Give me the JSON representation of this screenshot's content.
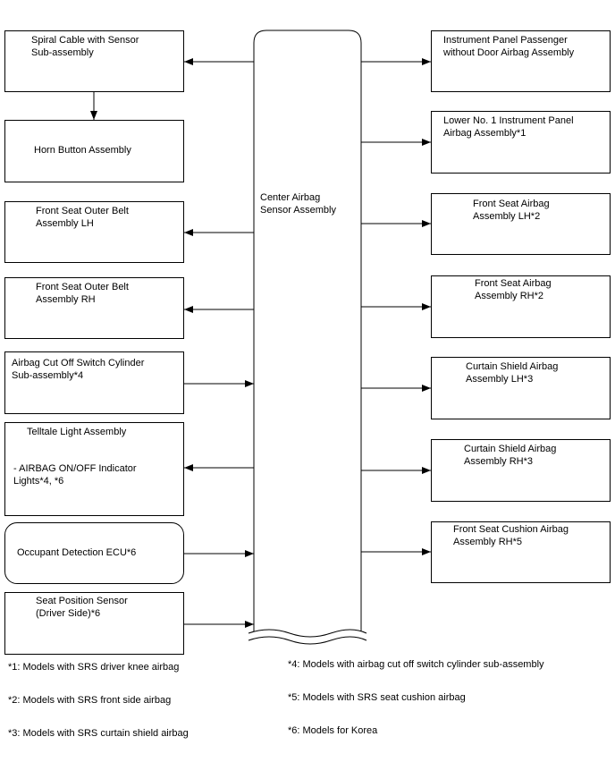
{
  "center": {
    "label_line1": "Center Airbag",
    "label_line2": "Sensor Assembly"
  },
  "left_boxes": {
    "spiral": {
      "line1": "Spiral Cable with Sensor",
      "line2": "Sub-assembly"
    },
    "horn": {
      "line1": "Horn Button Assembly"
    },
    "belt_lh": {
      "line1": "Front Seat Outer Belt",
      "line2": "Assembly LH"
    },
    "belt_rh": {
      "line1": "Front Seat Outer Belt",
      "line2": "Assembly RH"
    },
    "cutoff": {
      "line1": "Airbag Cut Off Switch Cylinder",
      "line2": "Sub-assembly*4"
    },
    "telltale": {
      "line1": "Telltale Light Assembly",
      "line2": "- AIRBAG ON/OFF Indicator",
      "line3": "Lights*4, *6"
    },
    "occupant": {
      "line1": "Occupant Detection ECU*6"
    },
    "seatpos": {
      "line1": "Seat Position Sensor",
      "line2": "(Driver Side)*6"
    }
  },
  "right_boxes": {
    "ip_passenger": {
      "line1": "Instrument Panel Passenger",
      "line2": "without Door Airbag Assembly"
    },
    "lower_ip": {
      "line1": "Lower No. 1 Instrument Panel",
      "line2": "Airbag Assembly*1"
    },
    "seat_lh": {
      "line1": "Front Seat Airbag",
      "line2": "Assembly LH*2"
    },
    "seat_rh": {
      "line1": "Front Seat Airbag",
      "line2": "Assembly RH*2"
    },
    "curtain_lh": {
      "line1": "Curtain Shield Airbag",
      "line2": "Assembly LH*3"
    },
    "curtain_rh": {
      "line1": "Curtain Shield Airbag",
      "line2": "Assembly RH*3"
    },
    "cushion_rh": {
      "line1": "Front Seat Cushion Airbag",
      "line2": "Assembly RH*5"
    }
  },
  "notes": {
    "n1": "*1: Models with SRS driver knee airbag",
    "n2": "*2: Models with SRS front side airbag",
    "n3": "*3: Models with SRS curtain shield airbag",
    "n4": "*4: Models with airbag cut off switch cylinder sub-assembly",
    "n5": "*5: Models with SRS seat cushion airbag",
    "n6": "*6: Models for Korea"
  },
  "connections": [
    {
      "from": "center",
      "to": "spiral",
      "direction": "to-left"
    },
    {
      "from": "spiral",
      "to": "horn",
      "direction": "down"
    },
    {
      "from": "center",
      "to": "belt_lh",
      "direction": "to-left"
    },
    {
      "from": "center",
      "to": "belt_rh",
      "direction": "to-left"
    },
    {
      "from": "cutoff",
      "to": "center",
      "direction": "to-right"
    },
    {
      "from": "center",
      "to": "telltale",
      "direction": "to-left"
    },
    {
      "from": "occupant",
      "to": "center",
      "direction": "to-right"
    },
    {
      "from": "seatpos",
      "to": "center",
      "direction": "to-right"
    },
    {
      "from": "center",
      "to": "ip_passenger",
      "direction": "to-right"
    },
    {
      "from": "center",
      "to": "lower_ip",
      "direction": "to-right"
    },
    {
      "from": "center",
      "to": "seat_lh",
      "direction": "to-right"
    },
    {
      "from": "center",
      "to": "seat_rh",
      "direction": "to-right"
    },
    {
      "from": "center",
      "to": "curtain_lh",
      "direction": "to-right"
    },
    {
      "from": "center",
      "to": "curtain_rh",
      "direction": "to-right"
    },
    {
      "from": "center",
      "to": "cushion_rh",
      "direction": "to-right"
    }
  ]
}
